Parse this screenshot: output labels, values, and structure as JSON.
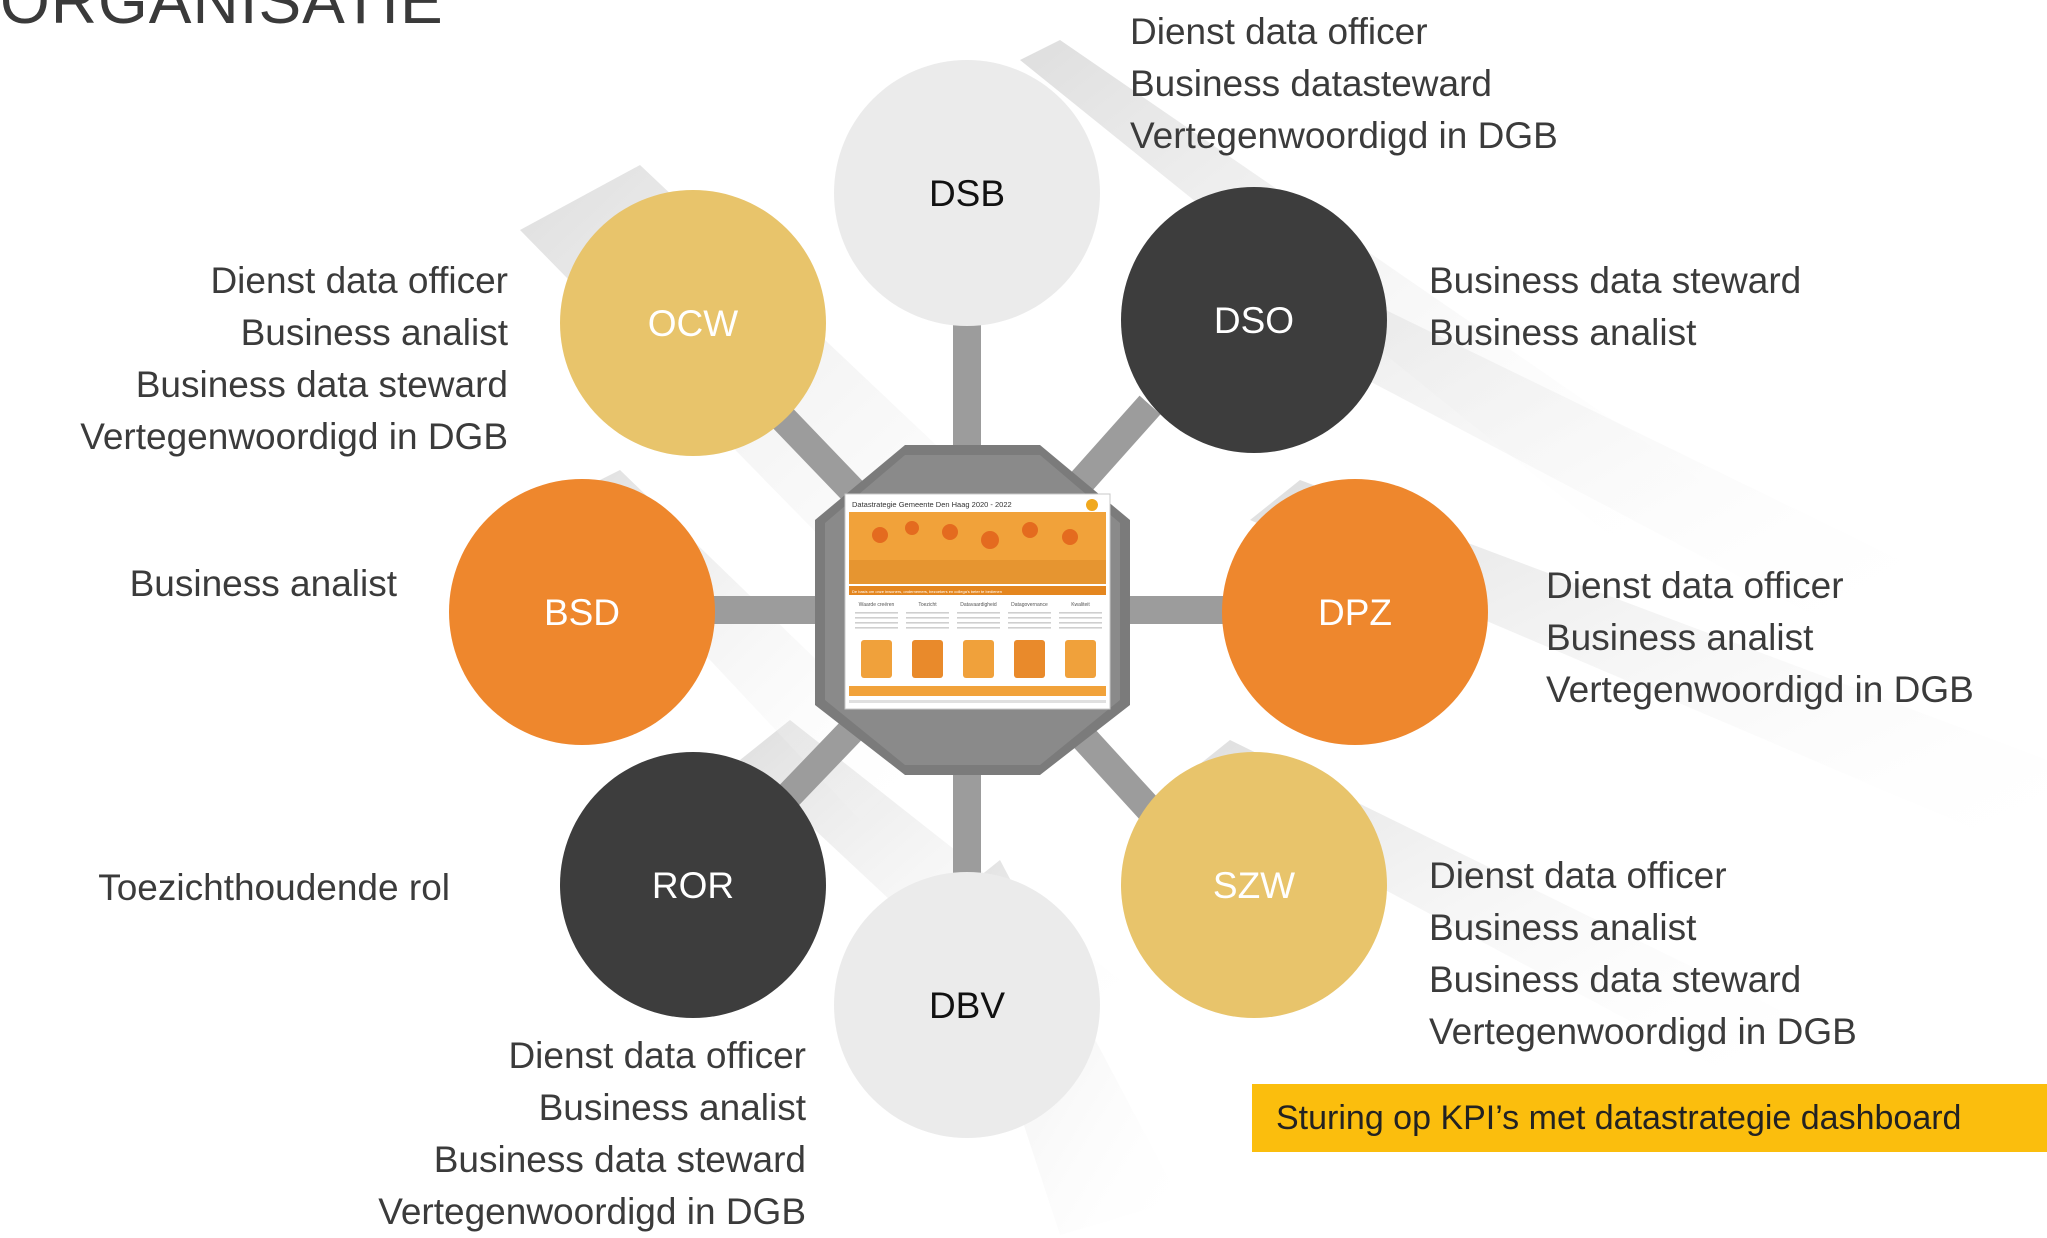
{
  "page": {
    "title": "ORGANISATIE"
  },
  "center": {
    "thumbnail_title": "Datastrategie Gemeente Den Haag 2020 - 2022",
    "thumbnail_subtitle": "De basis om onze inwoners, ondernemers, bezoekers en collega's beter te bedienen",
    "thumbnail_columns": [
      "Waarde creëren",
      "Toezicht",
      "Datavaardigheid",
      "Datagovernance",
      "Kwaliteit"
    ]
  },
  "nodes": [
    {
      "id": "dsb",
      "label": "DSB",
      "fill": "#ebebeb",
      "text_color": "#111111",
      "caption": [
        "Dienst data officer",
        "Business datasteward",
        "Vertegenwoordigd in DGB"
      ]
    },
    {
      "id": "dso",
      "label": "DSO",
      "fill": "#3d3d3d",
      "text_color": "#ffffff",
      "caption": [
        "Business data steward",
        "Business analist"
      ]
    },
    {
      "id": "dpz",
      "label": "DPZ",
      "fill": "#ee872d",
      "text_color": "#ffffff",
      "caption": [
        "Dienst data officer",
        "Business analist",
        "Vertegenwoordigd in DGB"
      ]
    },
    {
      "id": "szw",
      "label": "SZW",
      "fill": "#e8c46b",
      "text_color": "#ffffff",
      "caption": [
        "Dienst data officer",
        "Business analist",
        "Business data steward",
        "Vertegenwoordigd in DGB"
      ]
    },
    {
      "id": "dbv",
      "label": "DBV",
      "fill": "#ebebeb",
      "text_color": "#111111",
      "caption": [
        "Dienst data officer",
        "Business analist",
        "Business data steward",
        "Vertegenwoordigd in DGB"
      ]
    },
    {
      "id": "ror",
      "label": "ROR",
      "fill": "#3d3d3d",
      "text_color": "#ffffff",
      "caption": [
        "Toezichthoudende rol"
      ]
    },
    {
      "id": "bsd",
      "label": "BSD",
      "fill": "#ee872d",
      "text_color": "#ffffff",
      "caption": [
        "Business analist"
      ]
    },
    {
      "id": "ocw",
      "label": "OCW",
      "fill": "#e8c46b",
      "text_color": "#ffffff",
      "caption": [
        "Dienst data officer",
        "Business analist",
        "Business data steward",
        "Vertegenwoordigd in DGB"
      ]
    }
  ],
  "kpi_banner": {
    "text": "Sturing op KPI’s met datastrategie dashboard"
  },
  "colors": {
    "hub": "#7b7b7b",
    "connector": "#9c9c9c",
    "accent_orange": "#ee872d",
    "accent_gold": "#e8c46b",
    "banner": "#fbbe0d"
  }
}
